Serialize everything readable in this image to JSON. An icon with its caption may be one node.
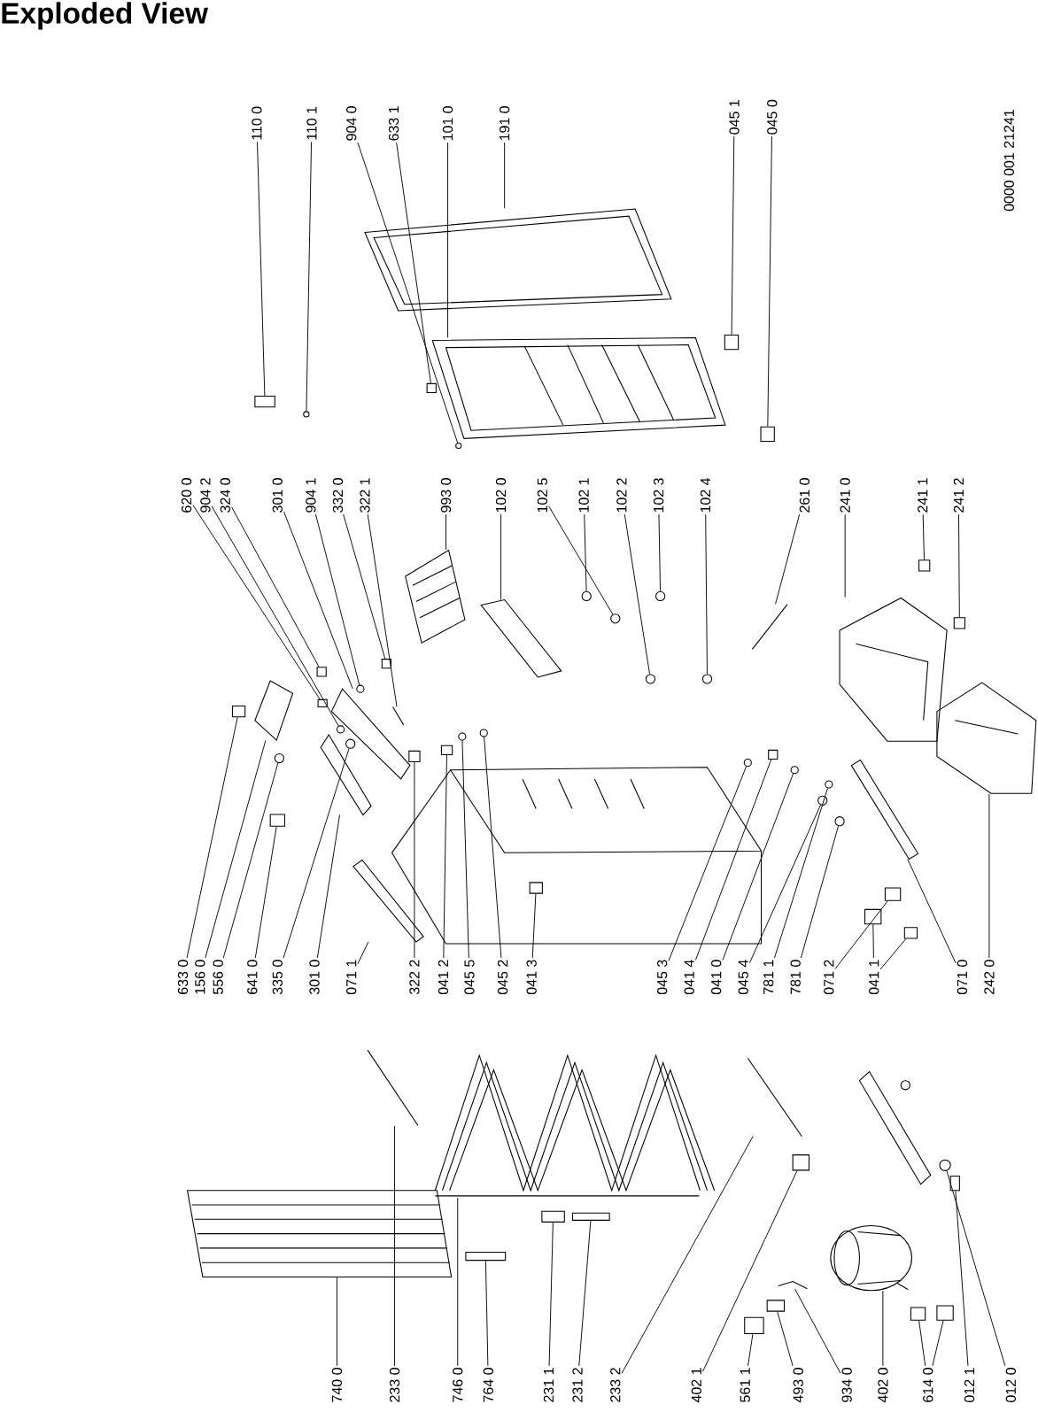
{
  "diagram": {
    "title": "Exploded View",
    "nodes": [
      {
        "text": [
          "110 0"
        ]
      },
      {
        "text": [
          "110 1"
        ]
      },
      {
        "text": [
          "904 0"
        ]
      },
      {
        "text": [
          "633 1"
        ]
      },
      {
        "text": [
          "101 0"
        ]
      },
      {
        "text": [
          "191 0"
        ]
      },
      {
        "text": [
          "045 1"
        ]
      },
      {
        "text": [
          "045 0"
        ]
      },
      {
        "text": [
          "620 0"
        ]
      },
      {
        "text": [
          "904 2"
        ]
      },
      {
        "text": [
          "324 0"
        ]
      },
      {
        "text": [
          "301 0"
        ]
      },
      {
        "text": [
          "904 1"
        ]
      },
      {
        "text": [
          "332 0"
        ]
      },
      {
        "text": [
          "322 1"
        ]
      },
      {
        "text": [
          "993 0"
        ]
      },
      {
        "text": [
          "102 0"
        ]
      },
      {
        "text": [
          "102 5"
        ]
      },
      {
        "text": [
          "102 1"
        ]
      },
      {
        "text": [
          "102 2"
        ]
      },
      {
        "text": [
          "102 3"
        ]
      },
      {
        "text": [
          "102 4"
        ]
      },
      {
        "text": [
          "261 0"
        ]
      },
      {
        "text": [
          "241 0"
        ]
      },
      {
        "text": [
          "241 1"
        ]
      },
      {
        "text": [
          "241 2"
        ]
      },
      {
        "text": [
          "633 0"
        ]
      },
      {
        "text": [
          "156 0"
        ]
      },
      {
        "text": [
          "556 0"
        ]
      },
      {
        "text": [
          "641 0"
        ]
      },
      {
        "text": [
          "335 0"
        ]
      },
      {
        "text": [
          "301 0"
        ]
      },
      {
        "text": [
          "071 1"
        ]
      },
      {
        "text": [
          "322 2"
        ]
      },
      {
        "text": [
          "041 2"
        ]
      },
      {
        "text": [
          "045 5"
        ]
      },
      {
        "text": [
          "045 2"
        ]
      },
      {
        "text": [
          "041 3"
        ]
      },
      {
        "text": [
          "045 3"
        ]
      },
      {
        "text": [
          "041 4"
        ]
      },
      {
        "text": [
          "041 0"
        ]
      },
      {
        "text": [
          "045 4"
        ]
      },
      {
        "text": [
          "781 1"
        ]
      },
      {
        "text": [
          "781 0"
        ]
      },
      {
        "text": [
          "071 2"
        ]
      },
      {
        "text": [
          "041 1"
        ]
      },
      {
        "text": [
          "071 0"
        ]
      },
      {
        "text": [
          "242 0"
        ]
      },
      {
        "text": [
          "740 0"
        ]
      },
      {
        "text": [
          "233 0"
        ]
      },
      {
        "text": [
          "746 0"
        ]
      },
      {
        "text": [
          "764 0"
        ]
      },
      {
        "text": [
          "231 1"
        ]
      },
      {
        "text": [
          "231 2"
        ]
      },
      {
        "text": [
          "233 2"
        ]
      },
      {
        "text": [
          "402 1"
        ]
      },
      {
        "text": [
          "561 1"
        ]
      },
      {
        "text": [
          "493 0"
        ]
      },
      {
        "text": [
          "934 0"
        ]
      },
      {
        "text": [
          "402 0"
        ]
      },
      {
        "text": [
          "614 0"
        ]
      },
      {
        "text": [
          "012 1"
        ]
      },
      {
        "text": [
          "012 0"
        ]
      },
      {
        "text": [],
        "shape": "box"
      },
      {
        "text": [],
        "shape": "circle"
      },
      {
        "text": [],
        "shape": "circle"
      },
      {
        "text": [],
        "shape": "box"
      },
      {
        "text": [],
        "shape": "picture"
      },
      {
        "text": [],
        "shape": "picture"
      },
      {
        "text": [],
        "shape": "box"
      },
      {
        "text": [],
        "shape": "box"
      },
      {
        "text": [],
        "shape": "box"
      },
      {
        "text": [],
        "shape": "circle"
      },
      {
        "text": [],
        "shape": "box"
      },
      {
        "text": [],
        "shape": "picture"
      },
      {
        "text": [],
        "shape": "circle"
      },
      {
        "text": [],
        "shape": "box"
      },
      {
        "text": [],
        "shape": "picture"
      },
      {
        "text": [],
        "shape": "picture"
      },
      {
        "text": [],
        "shape": "picture"
      },
      {
        "text": [],
        "shape": "circle"
      },
      {
        "text": [],
        "shape": "circle"
      },
      {
        "text": [],
        "shape": "circle"
      },
      {
        "text": [],
        "shape": "circle"
      },
      {
        "text": [],
        "shape": "circle"
      },
      {
        "text": [],
        "shape": "picture"
      },
      {
        "text": [],
        "shape": "picture"
      },
      {
        "text": [],
        "shape": "box"
      },
      {
        "text": [],
        "shape": "box"
      },
      {
        "text": [],
        "shape": "box"
      },
      {
        "text": [],
        "shape": "picture"
      },
      {
        "text": [],
        "shape": "circle"
      },
      {
        "text": [],
        "shape": "box"
      },
      {
        "text": [],
        "shape": "circle"
      },
      {
        "text": [],
        "shape": "picture"
      },
      {
        "text": [],
        "shape": "picture"
      },
      {
        "text": [],
        "shape": "box"
      },
      {
        "text": [],
        "shape": "box"
      },
      {
        "text": [],
        "shape": "circle"
      },
      {
        "text": [],
        "shape": "circle"
      },
      {
        "text": [],
        "shape": "box"
      },
      {
        "text": [],
        "shape": "circle"
      },
      {
        "text": [],
        "shape": "box"
      },
      {
        "text": [],
        "shape": "circle"
      },
      {
        "text": [],
        "shape": "circle"
      },
      {
        "text": [],
        "shape": "circle"
      },
      {
        "text": [],
        "shape": "circle"
      },
      {
        "text": [],
        "shape": "box"
      },
      {
        "text": [],
        "shape": "box"
      },
      {
        "text": [],
        "shape": "box"
      },
      {
        "text": [],
        "shape": "picture"
      },
      {
        "text": [],
        "shape": "picture"
      },
      {
        "text": [],
        "shape": "picture"
      },
      {
        "text": [],
        "shape": "picture"
      },
      {
        "text": [],
        "shape": "picture"
      },
      {
        "text": [],
        "shape": "box"
      },
      {
        "text": [],
        "shape": "box"
      },
      {
        "text": [],
        "shape": "box"
      },
      {
        "text": [],
        "shape": "picture"
      },
      {
        "text": [],
        "shape": "box"
      },
      {
        "text": [],
        "shape": "box"
      },
      {
        "text": [],
        "shape": "box"
      },
      {
        "text": [],
        "shape": "picture"
      },
      {
        "text": [],
        "shape": "picture"
      },
      {
        "text": [],
        "shape": "box"
      },
      {
        "text": [],
        "shape": "box"
      },
      {
        "text": [],
        "shape": "box"
      },
      {
        "text": [],
        "shape": "circle"
      }
    ],
    "edges": [
      {
        "from": 0,
        "to": 63,
        "arrow": "none"
      },
      {
        "from": 1,
        "to": 64,
        "arrow": "none"
      },
      {
        "from": 2,
        "to": 65,
        "arrow": "none"
      },
      {
        "from": 3,
        "to": 66,
        "arrow": "none"
      },
      {
        "from": 4,
        "to": 67,
        "arrow": "none"
      },
      {
        "from": 5,
        "to": 68,
        "arrow": "none"
      },
      {
        "from": 6,
        "to": 69,
        "arrow": "none"
      },
      {
        "from": 7,
        "to": 70,
        "arrow": "none"
      },
      {
        "from": 8,
        "to": 71,
        "arrow": "none"
      },
      {
        "from": 9,
        "to": 72,
        "arrow": "none"
      },
      {
        "from": 10,
        "to": 73,
        "arrow": "none"
      },
      {
        "from": 11,
        "to": 74,
        "arrow": "none"
      },
      {
        "from": 12,
        "to": 75,
        "arrow": "none"
      },
      {
        "from": 13,
        "to": 76,
        "arrow": "none"
      },
      {
        "from": 14,
        "to": 77,
        "arrow": "none"
      },
      {
        "from": 15,
        "to": 78,
        "arrow": "none"
      },
      {
        "from": 16,
        "to": 79,
        "arrow": "none"
      },
      {
        "from": 17,
        "to": 80,
        "arrow": "none"
      },
      {
        "from": 18,
        "to": 81,
        "arrow": "none"
      },
      {
        "from": 19,
        "to": 82,
        "arrow": "none"
      },
      {
        "from": 20,
        "to": 83,
        "arrow": "none"
      },
      {
        "from": 21,
        "to": 84,
        "arrow": "none"
      },
      {
        "from": 22,
        "to": 85,
        "arrow": "none"
      },
      {
        "from": 23,
        "to": 86,
        "arrow": "none"
      },
      {
        "from": 24,
        "to": 87,
        "arrow": "none"
      },
      {
        "from": 25,
        "to": 88,
        "arrow": "none"
      },
      {
        "from": 26,
        "to": 89,
        "arrow": "none"
      },
      {
        "from": 27,
        "to": 90,
        "arrow": "none"
      },
      {
        "from": 28,
        "to": 91,
        "arrow": "none"
      },
      {
        "from": 29,
        "to": 92,
        "arrow": "none"
      },
      {
        "from": 30,
        "to": 93,
        "arrow": "none"
      },
      {
        "from": 31,
        "to": 94,
        "arrow": "none"
      },
      {
        "from": 32,
        "to": 95,
        "arrow": "none"
      },
      {
        "from": 33,
        "to": 96,
        "arrow": "none"
      },
      {
        "from": 34,
        "to": 97,
        "arrow": "none"
      },
      {
        "from": 35,
        "to": 98,
        "arrow": "none"
      },
      {
        "from": 36,
        "to": 99,
        "arrow": "none"
      },
      {
        "from": 37,
        "to": 100,
        "arrow": "none"
      },
      {
        "from": 38,
        "to": 101,
        "arrow": "none"
      },
      {
        "from": 39,
        "to": 102,
        "arrow": "none"
      },
      {
        "from": 40,
        "to": 103,
        "arrow": "none"
      },
      {
        "from": 41,
        "to": 104,
        "arrow": "none"
      },
      {
        "from": 42,
        "to": 105,
        "arrow": "none"
      },
      {
        "from": 43,
        "to": 106,
        "arrow": "none"
      },
      {
        "from": 44,
        "to": 107,
        "arrow": "none"
      },
      {
        "from": 45,
        "to": 108,
        "arrow": "none"
      },
      {
        "from": 45,
        "to": 109,
        "arrow": "none"
      },
      {
        "from": 46,
        "to": 110,
        "arrow": "none"
      },
      {
        "from": 47,
        "to": 111,
        "arrow": "none"
      },
      {
        "from": 48,
        "to": 112,
        "arrow": "none"
      },
      {
        "from": 49,
        "to": 113,
        "arrow": "none"
      },
      {
        "from": 50,
        "to": 114,
        "arrow": "none"
      },
      {
        "from": 51,
        "to": 115,
        "arrow": "none"
      },
      {
        "from": 52,
        "to": 116,
        "arrow": "none"
      },
      {
        "from": 53,
        "to": 117,
        "arrow": "none"
      },
      {
        "from": 54,
        "to": 118,
        "arrow": "none"
      },
      {
        "from": 55,
        "to": 119,
        "arrow": "none"
      },
      {
        "from": 56,
        "to": 120,
        "arrow": "none"
      },
      {
        "from": 57,
        "to": 121,
        "arrow": "none"
      },
      {
        "from": 58,
        "to": 122,
        "arrow": "none"
      },
      {
        "from": 59,
        "to": 123,
        "arrow": "none"
      },
      {
        "from": 60,
        "to": 124,
        "arrow": "none"
      },
      {
        "from": 60,
        "to": 125,
        "arrow": "none"
      },
      {
        "from": 61,
        "to": 126,
        "arrow": "none"
      },
      {
        "from": 62,
        "to": 127,
        "arrow": "none"
      }
    ],
    "labels": [
      "0000 001 21241"
    ]
  }
}
